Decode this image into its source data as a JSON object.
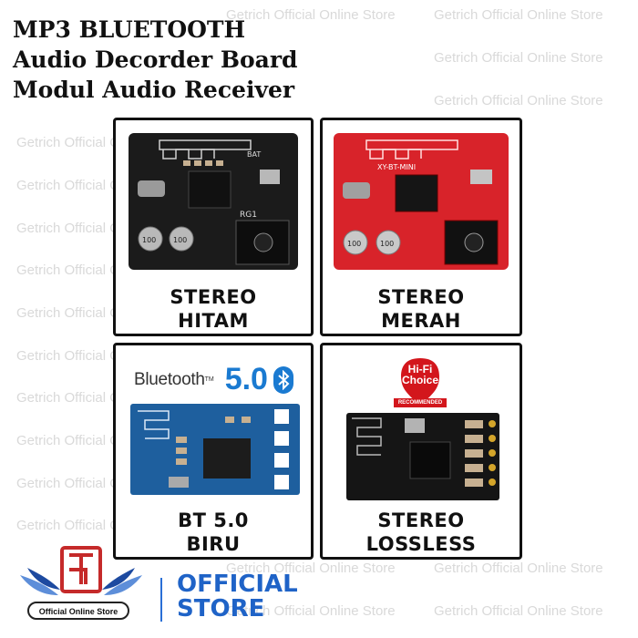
{
  "title_lines": [
    "MP3 BLUETOOTH",
    "Audio Decorder Board",
    "Modul Audio Receiver"
  ],
  "watermark": "Getrich Official Online Store",
  "cards": [
    {
      "line1": "STEREO",
      "line2": "HITAM",
      "board_color": "#1b1b1b"
    },
    {
      "line1": "STEREO",
      "line2": "MERAH",
      "board_color": "#d8232a"
    },
    {
      "line1": "BT 5.0",
      "line2": "BIRU",
      "board_color": "#1e5f9e"
    },
    {
      "line1": "STEREO",
      "line2": "LOSSLESS",
      "board_color": "#151515"
    }
  ],
  "bluetooth_badge": {
    "text": "Bluetooth",
    "tm": "TM",
    "version": "5.0",
    "icon": "bluetooth-icon"
  },
  "hifi_badge": {
    "line1": "Hi-Fi",
    "line2": "Choice",
    "line3": "RECOMMENDED",
    "icon": "hifi-choice-icon"
  },
  "footer": {
    "badge_text": "Official Online Store",
    "store_line1": "OFFICIAL",
    "store_line2": "STORE",
    "logo_icon": "getrich-logo-icon"
  },
  "colors": {
    "accent_blue": "#1f63c7",
    "border": "#111111"
  }
}
